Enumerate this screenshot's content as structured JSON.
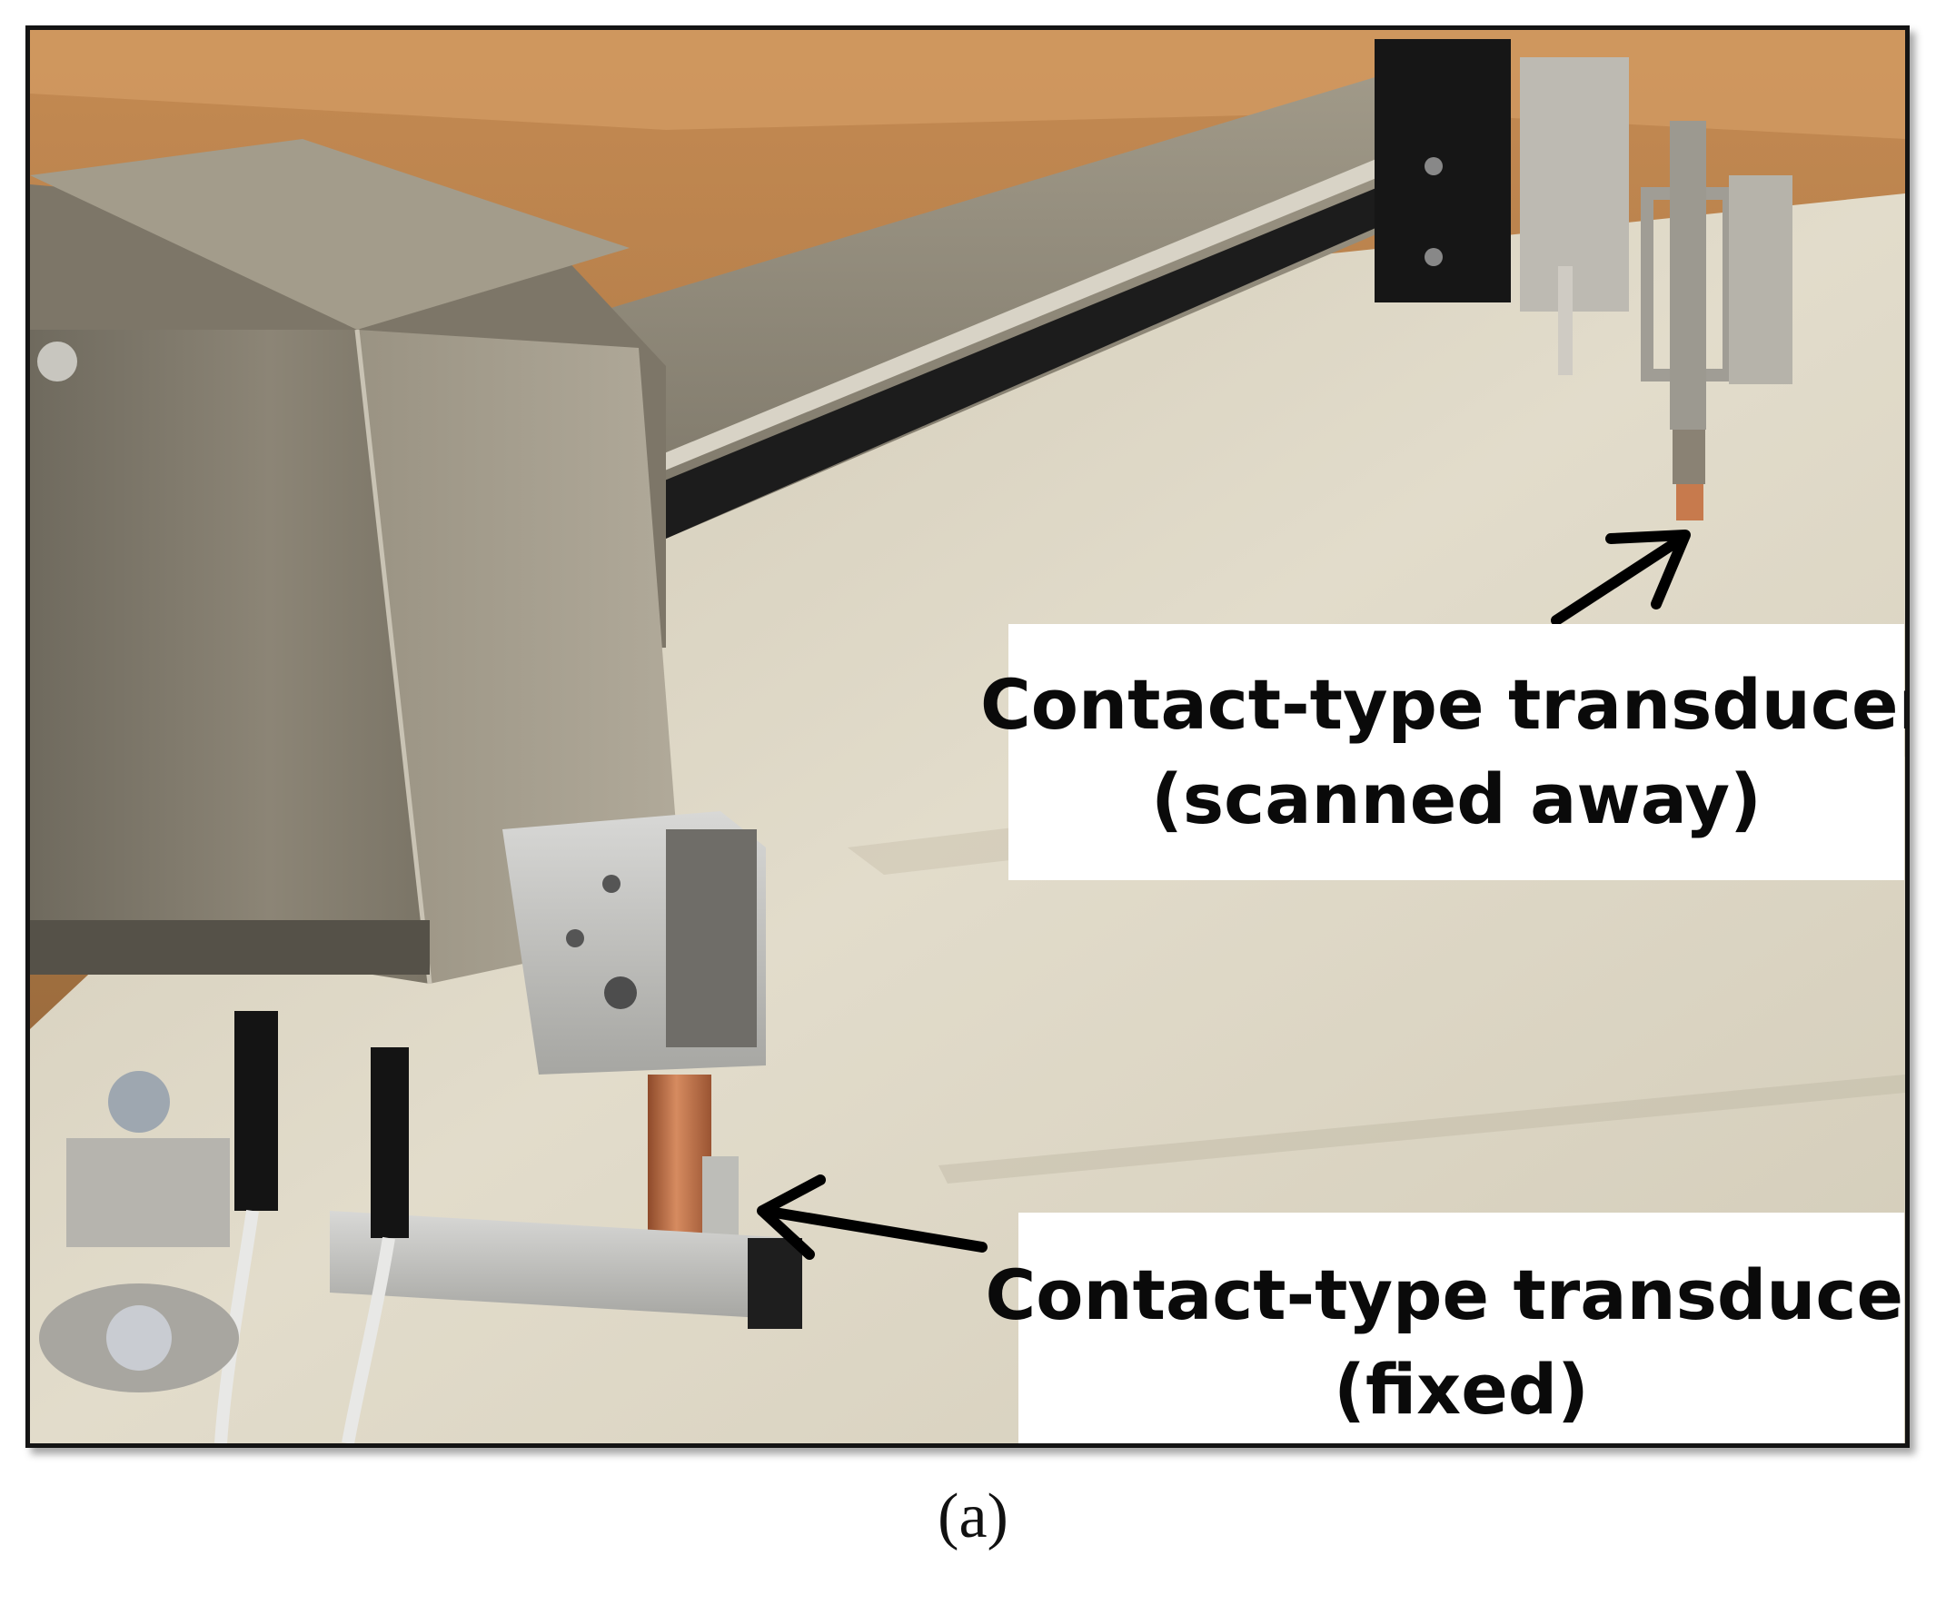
{
  "figure": {
    "labels": {
      "scanned": {
        "line1": "Contact-type transducer",
        "line2": "(scanned away)"
      },
      "fixed": {
        "line1": "Contact-type transducer",
        "line2": "(fixed)"
      }
    },
    "caption": "(a)",
    "colors": {
      "frame": "#141414",
      "label_background": "#ffffff",
      "label_text": "#0a0a0a",
      "arrow": "#000000",
      "steel": "#8f887a",
      "copper": "#b86a42",
      "floor": "#d9d3c2"
    }
  }
}
